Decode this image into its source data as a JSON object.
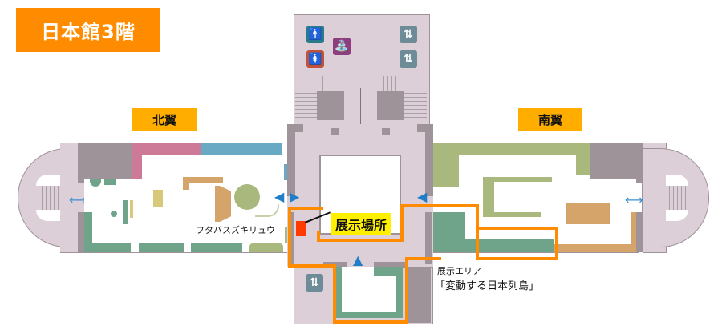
{
  "title": "日本館3階",
  "wings": {
    "north": "北翼",
    "south": "南翼"
  },
  "labels": {
    "specimen": "フタバスズキリュウ",
    "exhibit_location": "展示場所",
    "exhibit_area_line1": "展示エリア",
    "exhibit_area_line2": "「変動する日本列島」"
  },
  "icons": {
    "mens_restroom": "🚹",
    "womens_restroom": "🚺",
    "drinking_fountain": "⛲",
    "elevator": "⇅"
  },
  "colors": {
    "title_bg": "#ff8c00",
    "wing_label_bg": "#ffae00",
    "exhibit_outline": "#ff8c00",
    "exhibit_marker": "#ff3b00",
    "exhibit_label_bg": "#fff000",
    "arrow": "#1f7ec8"
  }
}
